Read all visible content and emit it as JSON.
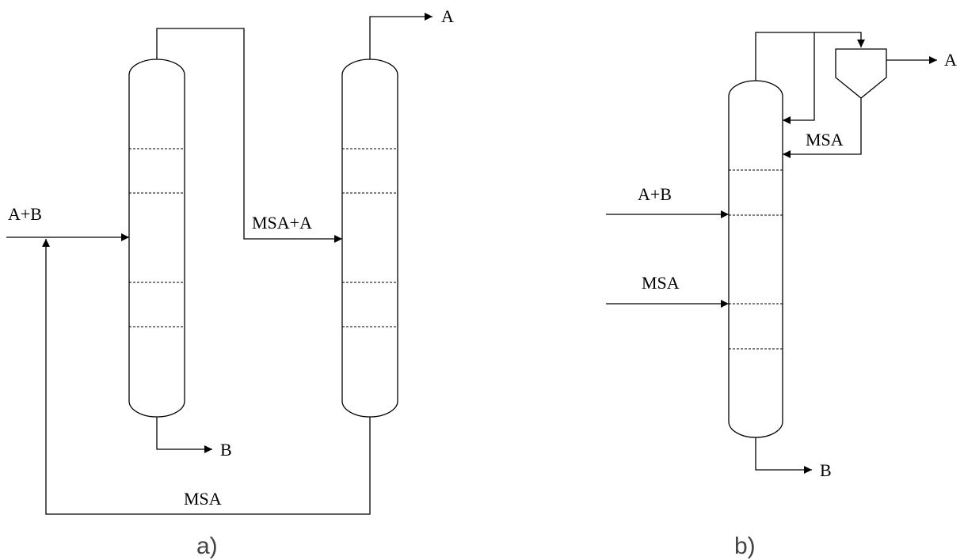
{
  "diagram_a": {
    "caption": "a)",
    "labels": {
      "feed": "A+B",
      "transfer": "MSA+A",
      "top_product": "A",
      "bottom_product": "B",
      "recycle": "MSA"
    }
  },
  "diagram_b": {
    "caption": "b)",
    "labels": {
      "feed": "A+B",
      "solvent_feed": "MSA",
      "recycle": "MSA",
      "top_product": "A",
      "bottom_product": "B"
    }
  },
  "colors": {
    "line": "#000000",
    "caption": "#444444",
    "background": "#ffffff"
  }
}
